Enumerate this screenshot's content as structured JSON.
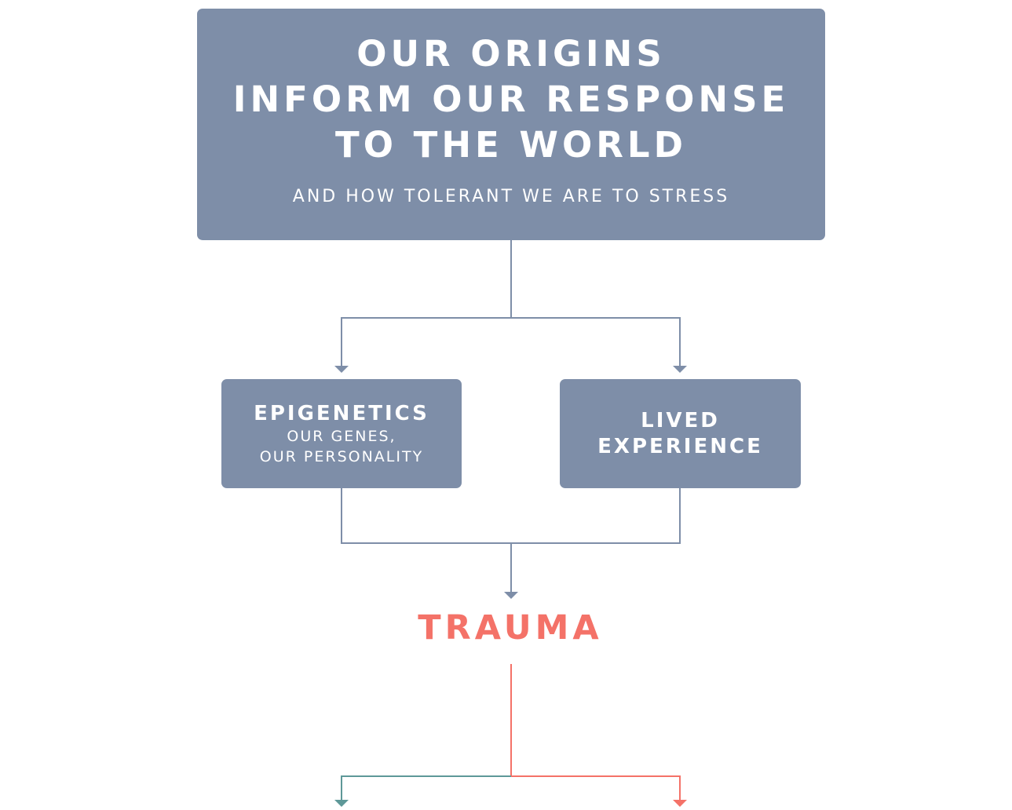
{
  "top_box": {
    "title_lines": [
      "OUR ORIGINS",
      "INFORM OUR RESPONSE",
      "TO THE WORLD"
    ],
    "subtitle": "AND HOW TOLERANT WE ARE TO STRESS"
  },
  "left_box": {
    "heading": "EPIGENETICS",
    "sub_lines": [
      "OUR GENES,",
      "OUR PERSONALITY"
    ]
  },
  "right_box": {
    "heading_lines": [
      "LIVED",
      "EXPERIENCE"
    ]
  },
  "outcome": {
    "label": "TRAUMA"
  },
  "colors": {
    "box_fill": "#7e8ea8",
    "connector": "#7e8ea8",
    "trauma": "#f47268",
    "branch_left": "#5e9898",
    "branch_right": "#f47268"
  }
}
